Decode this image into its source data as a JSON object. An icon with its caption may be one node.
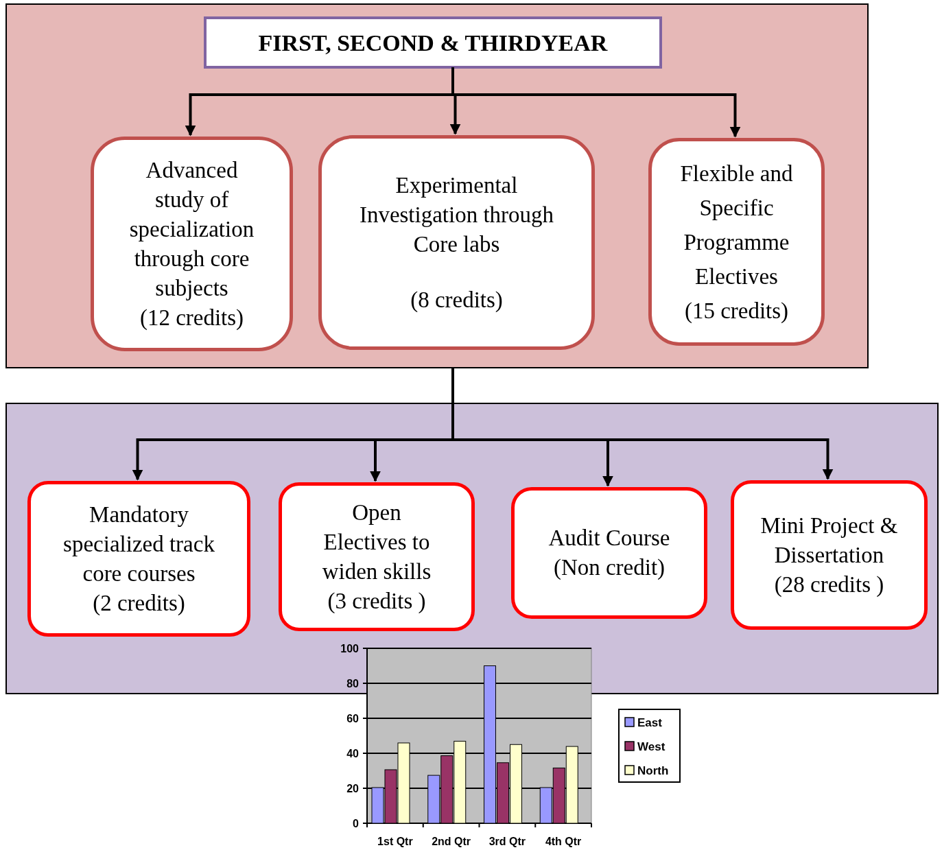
{
  "diagram": {
    "nodes": [
      {
        "text": [],
        "shape": "box"
      },
      {
        "text": [
          "FIRST, SECOND & THIRDYEAR"
        ],
        "in": 0
      },
      {
        "text": [
          "Advanced study of specialization through core subjects",
          "(12 credits)"
        ],
        "in": 0
      },
      {
        "text": [
          "Experimental Investigation through Core labs",
          "(8 credits)"
        ],
        "in": 0
      },
      {
        "text": [
          "Flexible and Specific Programme Electives",
          "(15 credits)"
        ],
        "in": 0
      },
      {
        "text": [],
        "shape": "box"
      },
      {
        "text": [
          "Mandatory specialized track core courses",
          "(2 credits)"
        ],
        "in": 5
      },
      {
        "text": [
          "Open Electives to widen skills",
          "(3 credits )"
        ],
        "in": 5
      },
      {
        "text": [
          "Audit Course",
          "(Non credit)"
        ],
        "in": 5
      },
      {
        "text": [
          "Mini Project & Dissertation",
          "(28 credits )"
        ],
        "in": 5
      }
    ],
    "edges": [
      {
        "from": 1,
        "to": 2,
        "arrow": "to"
      },
      {
        "from": 1,
        "to": 3,
        "arrow": "to"
      },
      {
        "from": 1,
        "to": 4,
        "arrow": "to"
      },
      {
        "from": 0,
        "to": 6,
        "arrow": "to"
      },
      {
        "from": 0,
        "to": 7,
        "arrow": "to"
      },
      {
        "from": 0,
        "to": 8,
        "arrow": "to"
      },
      {
        "from": 0,
        "to": 9,
        "arrow": "to"
      }
    ],
    "chart_data": {
      "type": "bar",
      "categories": [
        "1st Qtr",
        "2nd Qtr",
        "3rd Qtr",
        "4th Qtr"
      ],
      "series": [
        {
          "name": "East",
          "color": "#9999ff",
          "values": [
            20.4,
            27.4,
            90,
            20.4
          ]
        },
        {
          "name": "West",
          "color": "#993366",
          "values": [
            30.6,
            38.6,
            34.6,
            31.6
          ]
        },
        {
          "name": "North",
          "color": "#ffffcc",
          "values": [
            45.9,
            46.9,
            45,
            43.9
          ]
        }
      ],
      "ylim": [
        0,
        100
      ],
      "yticks": [
        0,
        20,
        40,
        60,
        80,
        100
      ],
      "legend": "right",
      "grid": true
    }
  }
}
